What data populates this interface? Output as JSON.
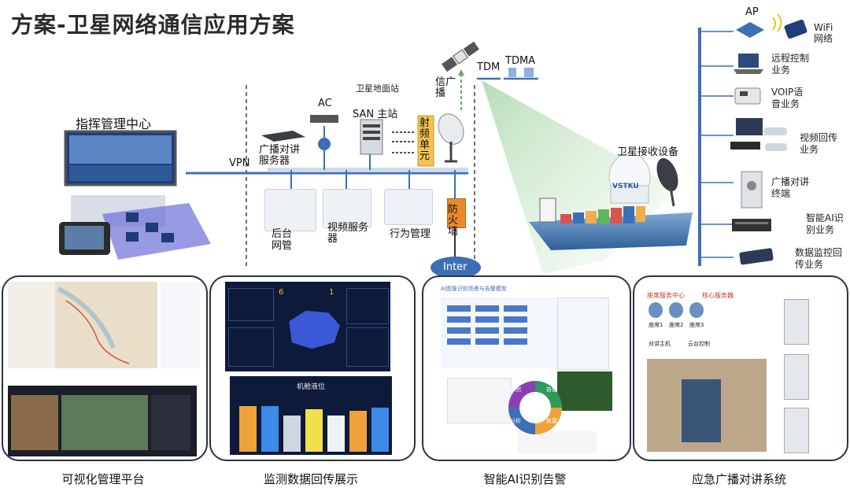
{
  "title": "方案-卫星网络通信应用方案",
  "labels": {
    "command_center": "指挥管理中心",
    "vpn": "VPN",
    "broadcast_server": "广播对讲服务器",
    "ac": "AC",
    "san": "SAN 主站",
    "satellite_ground_station": "卫星地面站",
    "rf_unit": "射频单元",
    "beacon": "信广播",
    "tdm": "TDM",
    "tdma": "TDMA",
    "receiver": "卫星接收设备",
    "backend_mgmt": "后台网管",
    "video_server": "视频服务器",
    "behavior_mgmt": "行为管理",
    "firewall": "防火墙",
    "inter": "Inter",
    "vsat_brand": "VSTKU"
  },
  "right_services": [
    {
      "top": "AP",
      "label": "WiFi网络",
      "icon": "ap-wifi-icon"
    },
    {
      "label": "远程控制业务",
      "icon": "laptop-icon"
    },
    {
      "label": "VOIP语音业务",
      "icon": "phone-icon"
    },
    {
      "label": "视频回传业务",
      "icon": "camera-nvr-icon"
    },
    {
      "label": "广播对讲终端",
      "icon": "intercom-icon"
    },
    {
      "label": "智能AI识别业务",
      "icon": "ai-box-icon"
    },
    {
      "label": "数据监控回传业务",
      "icon": "monitor-box-icon"
    }
  ],
  "panels": [
    {
      "caption": "可视化管理平台"
    },
    {
      "caption": "监测数据回传展示",
      "inner_title": "机舱液位",
      "stats": [
        "6",
        "1"
      ]
    },
    {
      "caption": "智能AI识别告警",
      "header": "AI图像识别场景与告警模型",
      "cycle": [
        "告警",
        "处置",
        "分析",
        "识别"
      ]
    },
    {
      "caption": "应急广播对讲系统",
      "left_center": "座席服务中心",
      "right_center": "核心服务器",
      "seats": [
        "座席1",
        "座席2",
        "座席3"
      ],
      "host": "对讲主机",
      "ctrl": "云台控制"
    }
  ],
  "colors": {
    "accent": "#3d6fb6",
    "title": "#2a2a2a",
    "beam": "#9ad19a",
    "rf": "#f2c14e"
  }
}
